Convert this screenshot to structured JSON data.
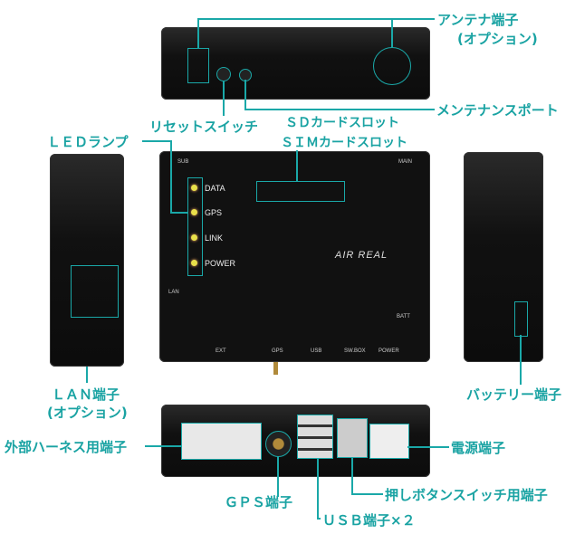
{
  "callouts": {
    "antenna": "アンテナ端子",
    "antenna_option": "(オプション)",
    "maintenance": "メンテナンスポート",
    "reset": "リセットスイッチ",
    "sd": "ＳＤカードスロット",
    "sim": "ＳＩＭカードスロット",
    "led": "ＬＥＤランプ",
    "lan": "ＬＡＮ端子",
    "lan_option": "(オプション)",
    "battery": "バッテリー端子",
    "harness": "外部ハーネス用端子",
    "gps": "ＧＰＳ端子",
    "usb": "ＵＳＢ端子×２",
    "pushbutton": "押しボタンスイッチ用端子",
    "power": "電源端子"
  },
  "device": {
    "sub": "SUB",
    "main": "MAIN",
    "lan": "LAN",
    "batt": "BATT",
    "leds": [
      "DATA",
      "GPS",
      "LINK",
      "POWER"
    ],
    "ports": [
      "EXT",
      "GPS",
      "USB",
      "SW.BOX",
      "POWER"
    ],
    "logo": "AIR REAL"
  },
  "colors": {
    "accent": "#1aa8a8",
    "led": "#e8e04a"
  }
}
